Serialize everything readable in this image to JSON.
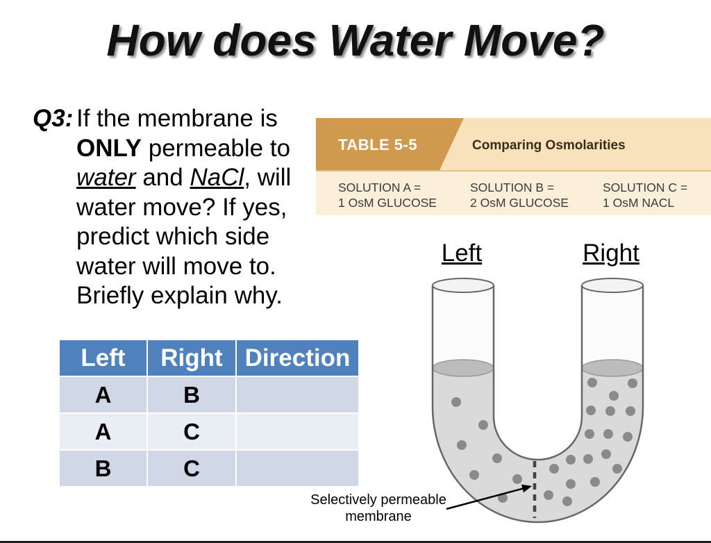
{
  "slide": {
    "title": "How does Water Move?"
  },
  "question": {
    "label": "Q3:",
    "line1": "If the membrane is",
    "only": "ONLY",
    "line2_rest": "permeable to",
    "water": "water",
    "and": "and",
    "nacl": "NaCl",
    "line3_rest": ", will",
    "line4": "water move? If yes,",
    "line5": "predict which side",
    "line6": "water will move to.",
    "line7": "Briefly explain why."
  },
  "reference_table": {
    "tag": "TABLE 5-5",
    "title": "Comparing Osmolarities",
    "solutions": [
      {
        "line1": "SOLUTION A =",
        "line2": "1 OsM GLUCOSE"
      },
      {
        "line1": "SOLUTION B =",
        "line2": "2 OsM GLUCOSE"
      },
      {
        "line1": "SOLUTION C =",
        "line2": "1 OsM NACL"
      }
    ]
  },
  "diagram": {
    "left_label": "Left",
    "right_label": "Right",
    "membrane_label": "Selectively permeable membrane"
  },
  "answer_table": {
    "headers": [
      "Left",
      "Right",
      "Direction"
    ],
    "rows": [
      [
        "A",
        "B",
        ""
      ],
      [
        "A",
        "C",
        ""
      ],
      [
        "B",
        "C",
        ""
      ]
    ]
  },
  "colors": {
    "header_blue": "#4f81bd",
    "row_shade": "#d0d8e8",
    "row_light": "#e9edf4",
    "table_gold": "#d09a4e",
    "table_cream": "#f8e2bb",
    "table_body": "#fcefda"
  }
}
